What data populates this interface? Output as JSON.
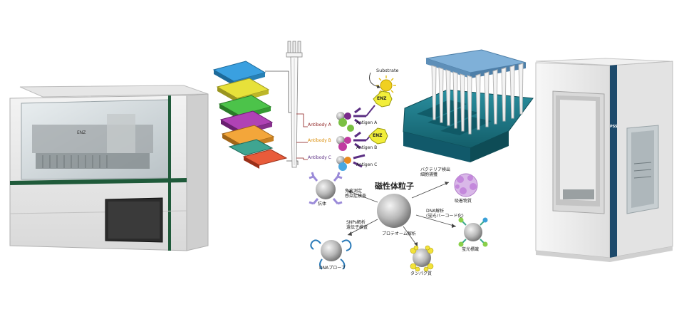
{
  "brand_badge": "PSS",
  "left_logo": "ENZ",
  "elisa": {
    "substrate": "Substrate",
    "enzyme": "ENZ",
    "antibodies": [
      "Antibody A",
      "Antibody B",
      "Antibody C"
    ],
    "antigens": [
      "Antigen A",
      "Antigen B",
      "Antigen C"
    ],
    "antibody_colors": [
      "#8b1a1a",
      "#d98a00",
      "#5a2d82"
    ]
  },
  "magnetic": {
    "center": "磁性体粒子",
    "applications": [
      {
        "label": "免疫測定\n感染症検査",
        "target": "抗体"
      },
      {
        "label": "バクテリア検出\n細胞捕獲",
        "target": "吸着物質"
      },
      {
        "label": "DNA解析\n(蛍光バーコード化)",
        "target": "蛍光標識"
      },
      {
        "label": "プロテオーム解析",
        "target": "タンパク質"
      },
      {
        "label": "SNPs解析\n遺伝子検査",
        "target": "DNAプローブ"
      }
    ]
  },
  "colors": {
    "teal": "#1a7a8a",
    "machine_trim": "#1f5a3a",
    "device_blue": "#1d4a6b"
  }
}
